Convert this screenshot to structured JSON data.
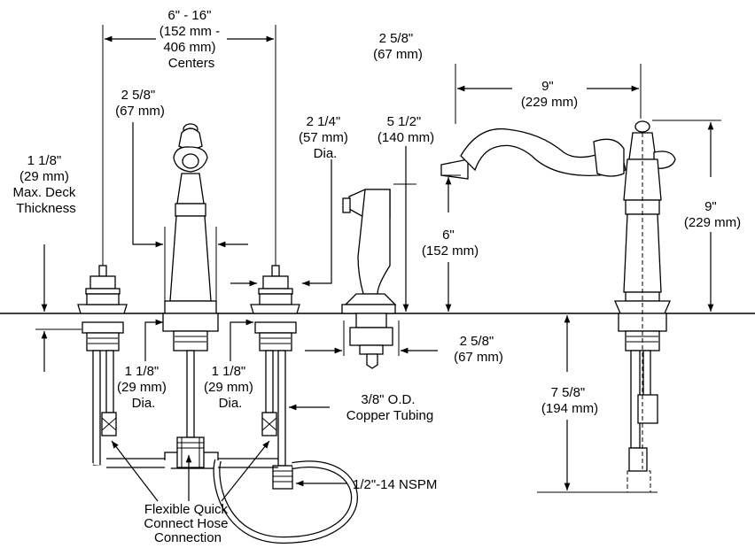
{
  "labels": {
    "centers": [
      "6\" - 16\"",
      "(152 mm -",
      "406 mm)",
      "Centers"
    ],
    "aerator_dim": [
      "2 5/8\"",
      "(67 mm)"
    ],
    "spout_reach": [
      "9\"",
      "(229 mm)"
    ],
    "spout_height": [
      "9\"",
      "(229 mm)"
    ],
    "handle_dia": [
      "2 5/8\"",
      "(67 mm)"
    ],
    "sprayer_dia": [
      "2 1/4\"",
      "(57 mm)",
      "Dia."
    ],
    "sprayer_height": [
      "5 1/2\"",
      "(140 mm)"
    ],
    "deck": [
      "1 1/8\"",
      "(29 mm)",
      "Max. Deck",
      "Thickness"
    ],
    "valve_height": [
      "6\"",
      "(152 mm)"
    ],
    "left_hole": [
      "1 1/8\"",
      "(29 mm)",
      "Dia."
    ],
    "mid_hole": [
      "1 1/8\"",
      "(29 mm)",
      "Dia."
    ],
    "copper": [
      "3/8\" O.D.",
      "Copper Tubing"
    ],
    "holder_dia": [
      "2 5/8\"",
      "(67 mm)"
    ],
    "below_deck": [
      "7 5/8\"",
      "(194 mm)"
    ],
    "nspm": "1/2\"-14 NSPM",
    "hose": [
      "Flexible Quick",
      "Connect Hose",
      "Connection"
    ]
  }
}
